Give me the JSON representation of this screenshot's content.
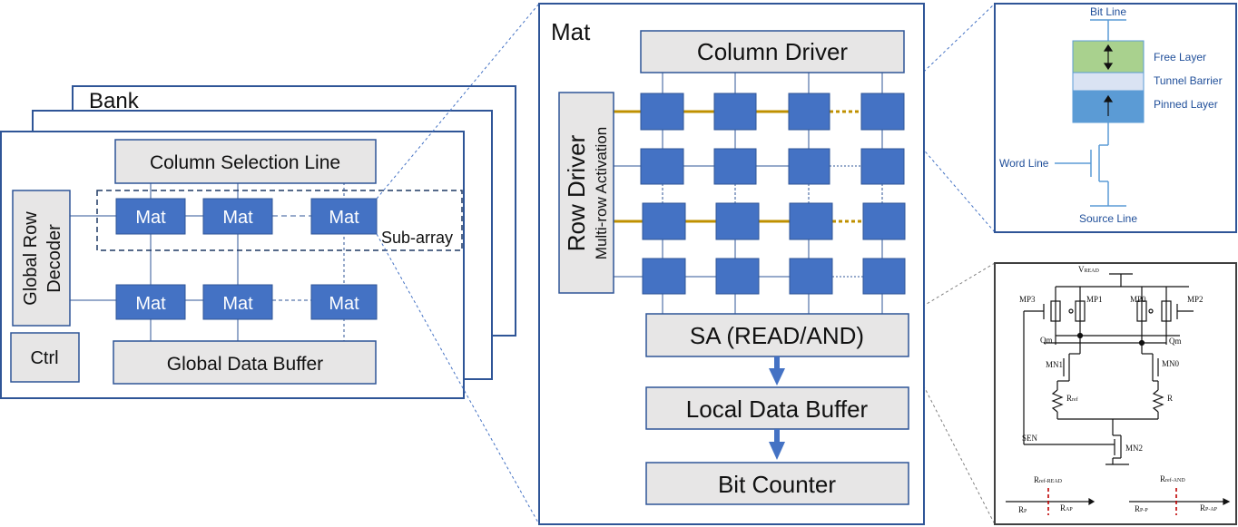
{
  "bank": {
    "title": "Bank",
    "column_selection_line": "Column Selection Line",
    "global_row_decoder": [
      "Global Row",
      "Decoder"
    ],
    "ctrl": "Ctrl",
    "global_data_buffer": "Global Data Buffer",
    "sub_array": "Sub-array",
    "mat_label": "Mat"
  },
  "mat": {
    "title": "Mat",
    "column_driver": "Column Driver",
    "row_driver": "Row Driver",
    "multi_row": "Multi-row Activation",
    "sa": "SA (READ/AND)",
    "local_data_buffer": "Local Data Buffer",
    "bit_counter": "Bit Counter"
  },
  "mtj": {
    "bit_line": "Bit Line",
    "free_layer": "Free Layer",
    "tunnel_barrier": "Tunnel Barrier",
    "pinned_layer": "Pinned Layer",
    "word_line": "Word Line",
    "source_line": "Source Line"
  },
  "sa_circuit": {
    "vread": "V",
    "vread_sub": "READ",
    "mp3": "MP3",
    "mp1": "MP1",
    "mp0": "MP0",
    "mp2": "MP2",
    "qm_left": "Qm",
    "qm_right": "Qm",
    "mn1": "MN1",
    "mn0": "MN0",
    "rref": "R",
    "rref_sub": "ref",
    "r": "R",
    "sen": "SEN",
    "mn2": "MN2",
    "read_ref": "R",
    "read_ref_sub": "ref-READ",
    "rp": "R",
    "rp_sub": "P",
    "rap": "R",
    "rap_sub": "AP",
    "and_ref": "R",
    "and_ref_sub": "ref-AND",
    "rpp": "R",
    "rpp_sub": "P-P",
    "rpap": "R",
    "rpap_sub": "P-AP"
  },
  "colors": {
    "mat_blue": "#4472c4",
    "grey_box": "#e7e6e6",
    "frame_blue": "#2f5597",
    "gold": "#bf9000",
    "free_green": "#a9d18e",
    "barrier": "#dae3f3",
    "pinned_blue": "#5b9bd5"
  }
}
